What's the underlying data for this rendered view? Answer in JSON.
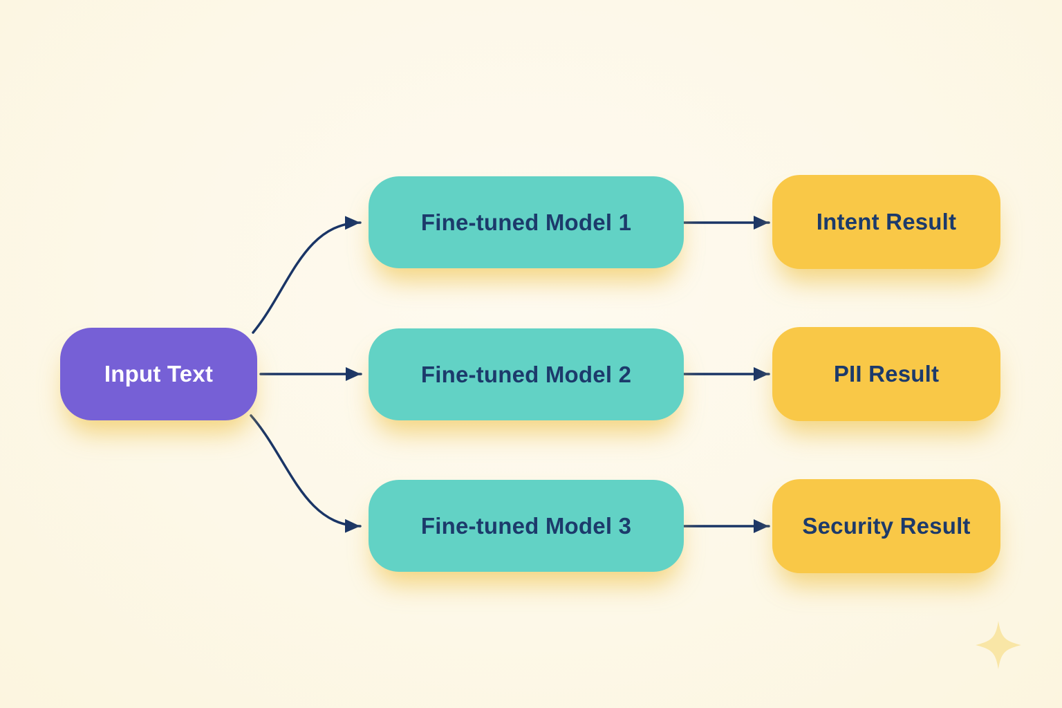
{
  "nodes": {
    "input": {
      "label": "Input Text"
    },
    "models": [
      {
        "label": "Fine-tuned Model 1"
      },
      {
        "label": "Fine-tuned Model 2"
      },
      {
        "label": "Fine-tuned Model 3"
      }
    ],
    "results": [
      {
        "label": "Intent Result"
      },
      {
        "label": "PII Result"
      },
      {
        "label": "Security Result"
      }
    ]
  },
  "edges": [
    {
      "from": "input-text",
      "to": "fine-tuned-model-1"
    },
    {
      "from": "input-text",
      "to": "fine-tuned-model-2"
    },
    {
      "from": "input-text",
      "to": "fine-tuned-model-3"
    },
    {
      "from": "fine-tuned-model-1",
      "to": "intent-result"
    },
    {
      "from": "fine-tuned-model-2",
      "to": "pii-result"
    },
    {
      "from": "fine-tuned-model-3",
      "to": "security-result"
    }
  ],
  "colors": {
    "background": "#fdf8e8",
    "input_node": "#7660d6",
    "model_node": "#62d2c5",
    "result_node": "#f9c847",
    "node_text": "#1c3a6b",
    "input_node_text": "#ffffff",
    "arrow": "#1a3566",
    "glow": "#f0c654",
    "sparkle": "#f9e6a6"
  },
  "icons": {
    "sparkle_icon": "four-point-star"
  }
}
